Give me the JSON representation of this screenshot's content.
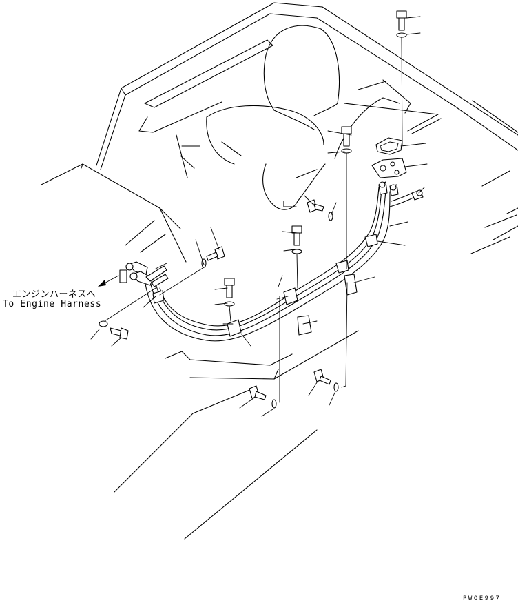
{
  "callout": {
    "japanese": "エンジンハーネスへ",
    "english": "To Engine Harness"
  },
  "drawing_code": "PWOE997"
}
